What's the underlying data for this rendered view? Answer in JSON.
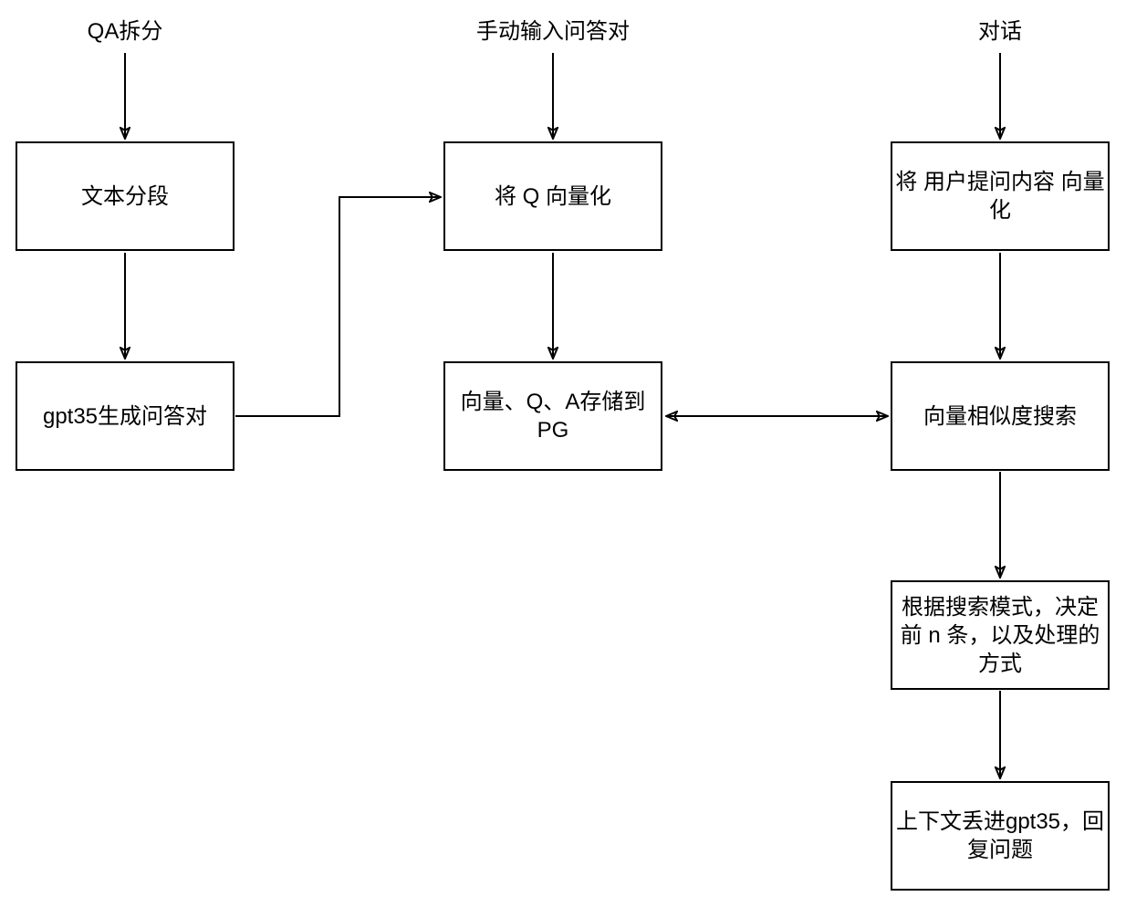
{
  "diagram": {
    "type": "flowchart",
    "background_color": "#ffffff",
    "line_color": "#000000",
    "text_color": "#000000",
    "entry_labels": [
      {
        "id": "qa-split",
        "text": "QA拆分"
      },
      {
        "id": "manual-input-qa",
        "text": "手动输入问答对"
      },
      {
        "id": "conversation",
        "text": "对话"
      }
    ],
    "nodes": [
      {
        "id": "text-segmentation",
        "label": "文本分段"
      },
      {
        "id": "gpt35-generate-qa",
        "label": "gpt35生成问答对"
      },
      {
        "id": "vectorize-q",
        "label": "将 Q 向量化"
      },
      {
        "id": "store-to-pg",
        "label": "向量、Q、A存储到\nPG"
      },
      {
        "id": "vectorize-user-question",
        "label": "将 用户提问内容 向量\n化"
      },
      {
        "id": "vector-similarity-search",
        "label": "向量相似度搜索"
      },
      {
        "id": "search-mode-decision",
        "label": "根据搜索模式，决定\n前 n 条，以及处理的\n方式"
      },
      {
        "id": "gpt35-reply",
        "label": "上下文丢进gpt35，回\n复问题"
      }
    ],
    "edges": [
      {
        "from": "qa-split",
        "to": "text-segmentation",
        "style": "arrow-down"
      },
      {
        "from": "text-segmentation",
        "to": "gpt35-generate-qa",
        "style": "arrow-down"
      },
      {
        "from": "manual-input-qa",
        "to": "vectorize-q",
        "style": "arrow-down"
      },
      {
        "from": "vectorize-q",
        "to": "store-to-pg",
        "style": "arrow-down"
      },
      {
        "from": "conversation",
        "to": "vectorize-user-question",
        "style": "arrow-down"
      },
      {
        "from": "vectorize-user-question",
        "to": "vector-similarity-search",
        "style": "arrow-down"
      },
      {
        "from": "gpt35-generate-qa",
        "to": "vectorize-q",
        "style": "elbow-right-up-right"
      },
      {
        "from": "store-to-pg",
        "to": "vector-similarity-search",
        "style": "double-arrow-horizontal"
      },
      {
        "from": "vector-similarity-search",
        "to": "search-mode-decision",
        "style": "arrow-down"
      },
      {
        "from": "search-mode-decision",
        "to": "gpt35-reply",
        "style": "arrow-down"
      }
    ]
  }
}
